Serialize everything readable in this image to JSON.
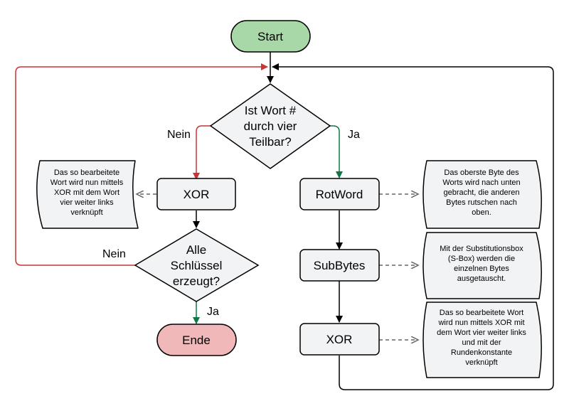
{
  "nodes": {
    "start": "Start",
    "decision_word": [
      "Ist Wort #",
      "durch vier",
      "Teilbar?"
    ],
    "xor_left": "XOR",
    "decision_keys": [
      "Alle",
      "Schlüssel",
      "erzeugt?"
    ],
    "end": "Ende",
    "rotword": "RotWord",
    "subbytes": "SubBytes",
    "xor_right": "XOR"
  },
  "edge_labels": {
    "nein_top": "Nein",
    "ja_top": "Ja",
    "nein_bottom": "Nein",
    "ja_bottom": "Ja"
  },
  "notes": {
    "xor_left": [
      "Das so bearbeitete",
      "Wort wird nun mittels",
      "XOR mit dem Wort",
      "vier weiter links",
      "verknüpft"
    ],
    "rotword": [
      "Das oberste Byte des",
      "Worts wird nach unten",
      "gebracht, die anderen",
      "Bytes rutschen nach",
      "oben."
    ],
    "subbytes": [
      "Mit der Substitutionsbox",
      "(S-Box) werden die",
      "einzelnen Bytes",
      "ausgetauscht."
    ],
    "xor_right": [
      "Das so bearbeitete Wort",
      "wird nun mittels XOR mit",
      "dem Wort vier weiter links",
      "und mit der",
      "Rundenkonstante",
      "verknüpft"
    ]
  },
  "colors": {
    "start_fill": "#a8d8a8",
    "end_fill": "#f0b8b8",
    "box_fill": "#f2f3f5",
    "red_edge": "#cc3333",
    "green_edge": "#117744",
    "dashed": "#666666"
  }
}
